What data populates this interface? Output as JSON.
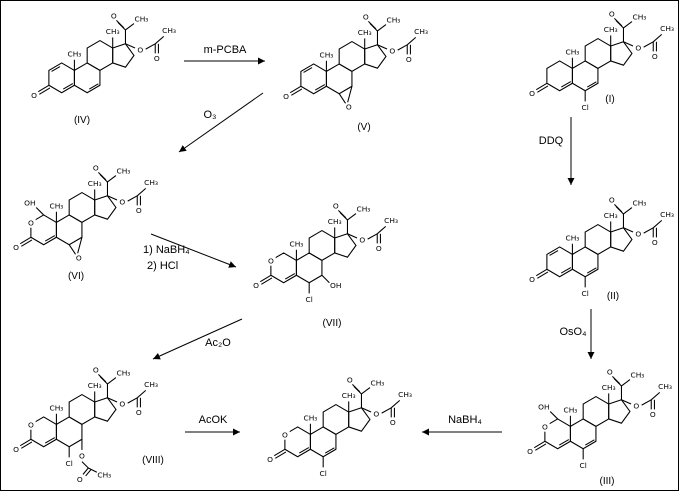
{
  "colors": {
    "ink": "#000000",
    "background": "#ffffff"
  },
  "atom_labels": {
    "o": "O",
    "ch3": "CH₃",
    "cl": "Cl",
    "oh": "OH"
  },
  "compounds": {
    "iv": {
      "label": "(IV)",
      "features": [
        "d1",
        "d6"
      ]
    },
    "v": {
      "label": "(V)",
      "features": [
        "d1",
        "epoxide"
      ]
    },
    "i": {
      "label": "(I)",
      "features": [
        "d6",
        "cl"
      ]
    },
    "vi": {
      "label": "(VI)",
      "features": [
        "lactone",
        "epoxide",
        "oh1"
      ]
    },
    "ii": {
      "label": "(II)",
      "features": [
        "d1",
        "d6",
        "cl"
      ]
    },
    "vii": {
      "label": "(VII)",
      "features": [
        "lactone",
        "cl",
        "oh7"
      ]
    },
    "viii": {
      "label": "(VIII)",
      "features": [
        "lactone",
        "cl",
        "oac7"
      ]
    },
    "iii": {
      "label": "(III)",
      "features": [
        "lactone",
        "d6",
        "cl",
        "oh1"
      ]
    },
    "product": {
      "label": "",
      "features": [
        "lactone",
        "d6",
        "cl"
      ]
    }
  },
  "reagents": {
    "mpcba": "m-PCBA",
    "o3": "O₃",
    "ddq": "DDQ",
    "step1": "1) NaBH₄",
    "step2": "2) HCl",
    "oso4": "OsO₄",
    "ac2o": "Ac₂O",
    "acok": "AcOK",
    "nabh4": "NaBH₄"
  }
}
